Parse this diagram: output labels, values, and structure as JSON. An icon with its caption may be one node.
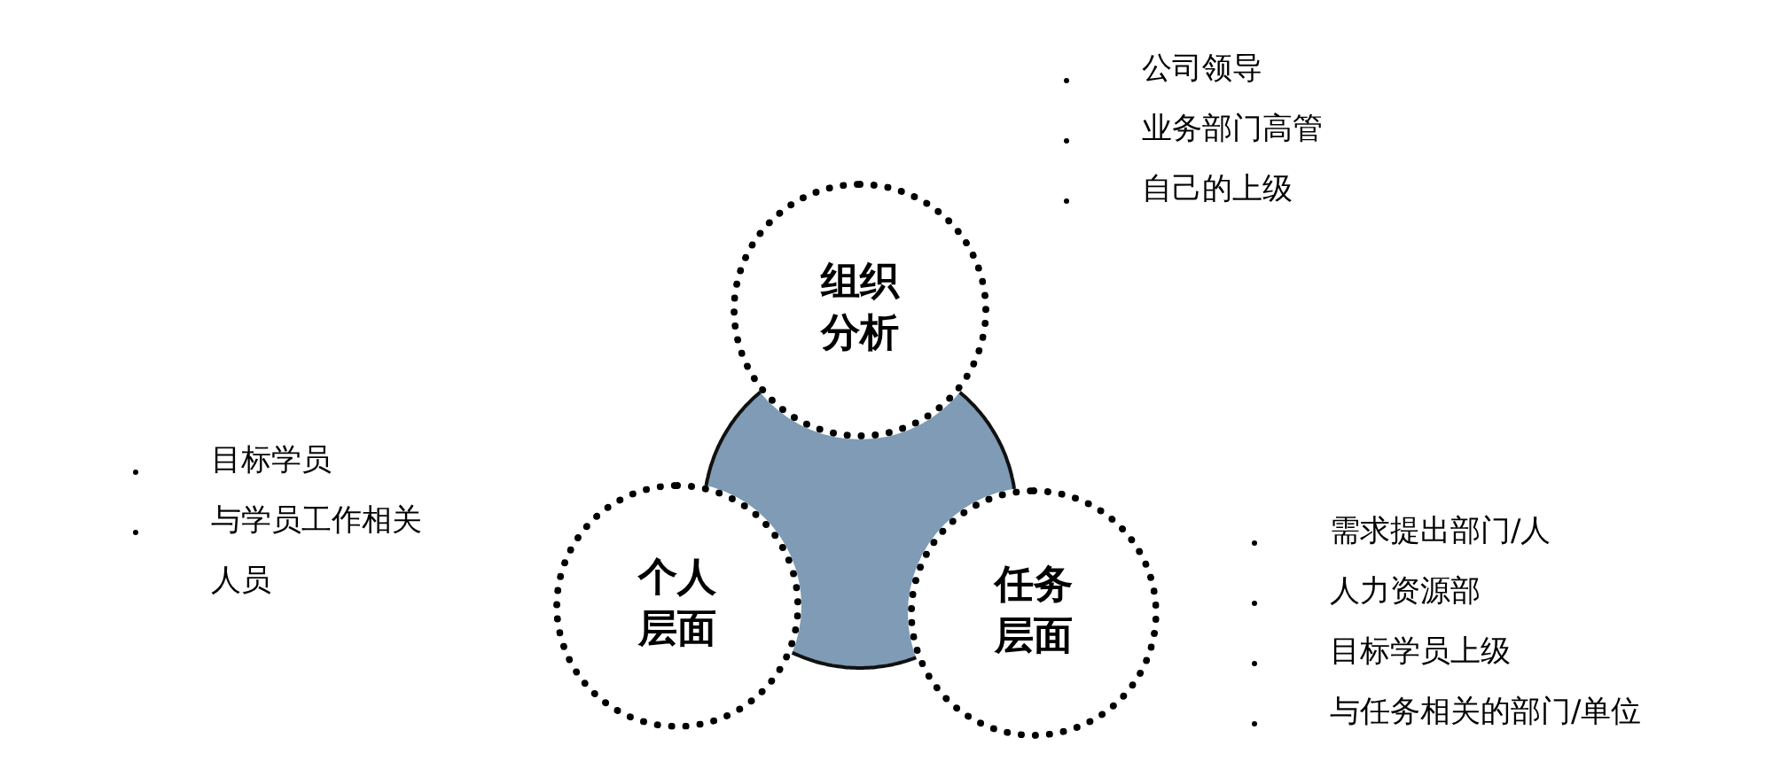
{
  "diagram": {
    "nodes": [
      {
        "text": [
          "组织分析"
        ],
        "beside": [
          "公司领导",
          "业务部门高管",
          "自己的上级"
        ]
      },
      {
        "text": [],
        "shape": "circle"
      },
      {
        "text": [
          "个人层面"
        ],
        "beside": [
          "目标学员",
          "与学员工作相关人员"
        ]
      },
      {
        "text": [
          "任务层面"
        ],
        "beside": [
          "需求提出部门/人",
          "人力资源部",
          "目标学员上级",
          "与任务相关的部门/单位"
        ]
      }
    ],
    "edges": []
  }
}
